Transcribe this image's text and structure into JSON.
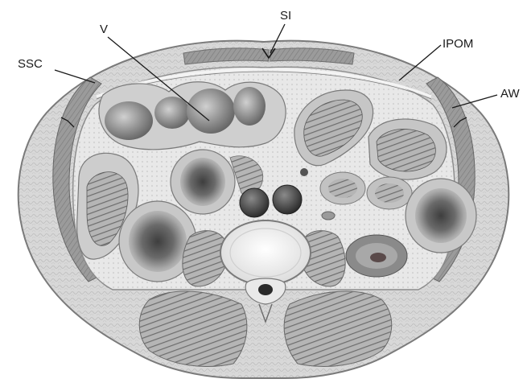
{
  "figure": {
    "labels": {
      "ssc": "SSC",
      "v": "V",
      "si": "SI",
      "ipom": "IPOM",
      "aw": "AW"
    }
  },
  "colors": {
    "background": "#ffffff",
    "skin_fill": "#d6d6d6",
    "skin_outline": "#7a7a7a",
    "fascia_line": "#f2f2f2",
    "peritoneal_fill": "#e4e4e4",
    "bowel_dark": "#6e6e6e",
    "bowel_mid": "#9a9a9a",
    "bowel_light": "#c4c4c4",
    "vessel_dark": "#3a3a3a",
    "bone": "#f3f3f3",
    "muscle": "#8f8f8f",
    "label_text": "#1a1a1a"
  }
}
